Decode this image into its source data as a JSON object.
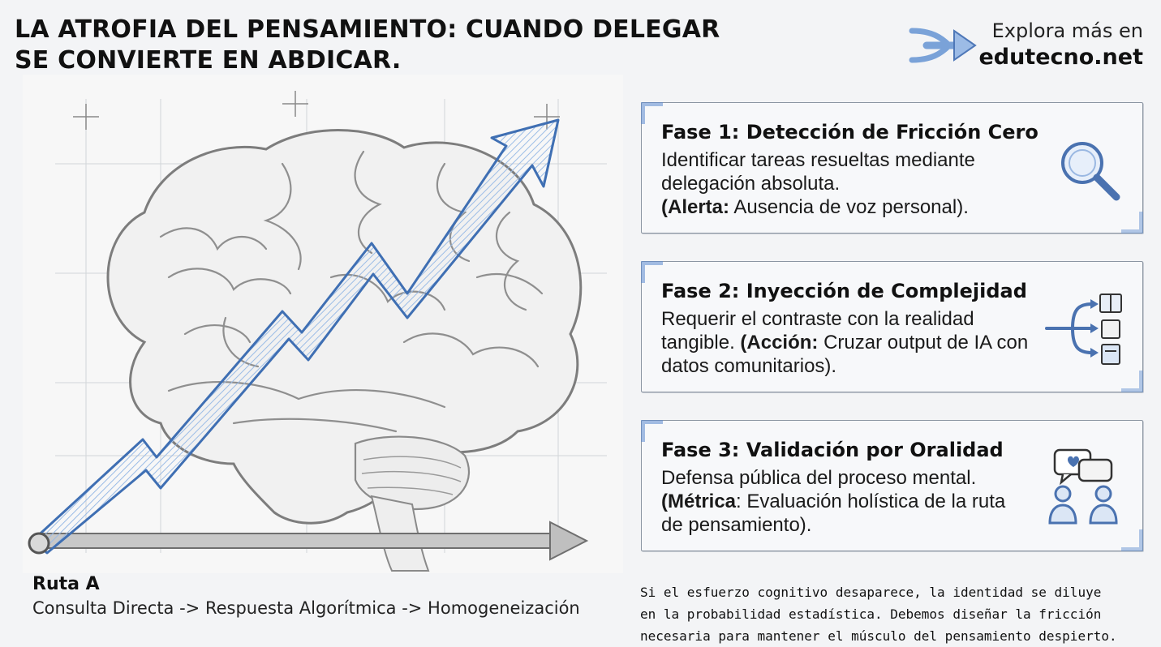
{
  "header": {
    "title_line1": "LA ATROFIA DEL PENSAMIENTO: CUANDO DELEGAR",
    "title_line2": "SE CONVIERTE EN ABDICAR.",
    "explore_line1": "Explora más en",
    "explore_line2": "edutecno.net"
  },
  "route": {
    "title": "Ruta A",
    "description": "Consulta Directa -> Respuesta Algorítmica -> Homogeneización"
  },
  "phases": [
    {
      "title": "Fase 1: Detección de Fricción Cero",
      "line1": "Identificar tareas resueltas mediante",
      "line2": "delegación absoluta.",
      "label": "(Alerta:",
      "rest": " Ausencia de voz personal).",
      "icon": "magnifier-icon"
    },
    {
      "title": "Fase 2: Inyección de Complejidad",
      "line1": "Requerir el contraste con la realidad",
      "line2_pre": "tangible. ",
      "label": "(Acción:",
      "rest": " Cruzar output de IA con",
      "line4": "datos comunitarios).",
      "icon": "branching-books-icon"
    },
    {
      "title": "Fase 3: Validación por Oralidad",
      "line1": "Defensa pública del proceso mental.",
      "label": "(Métrica",
      "rest": ": Evaluación holística de la ruta",
      "line4": "de pensamiento).",
      "icon": "dialogue-people-icon"
    }
  ],
  "footer": {
    "line1": "Si el esfuerzo cognitivo desaparece, la identidad se diluye",
    "line2": "en la probabilidad estadística. Debemos diseñar la fricción",
    "line3": "necesaria para mantener el músculo del pensamiento despierto."
  },
  "colors": {
    "accent_blue": "#5b8bd0",
    "ink": "#111111",
    "sketch_gray": "#8a8a8a"
  }
}
